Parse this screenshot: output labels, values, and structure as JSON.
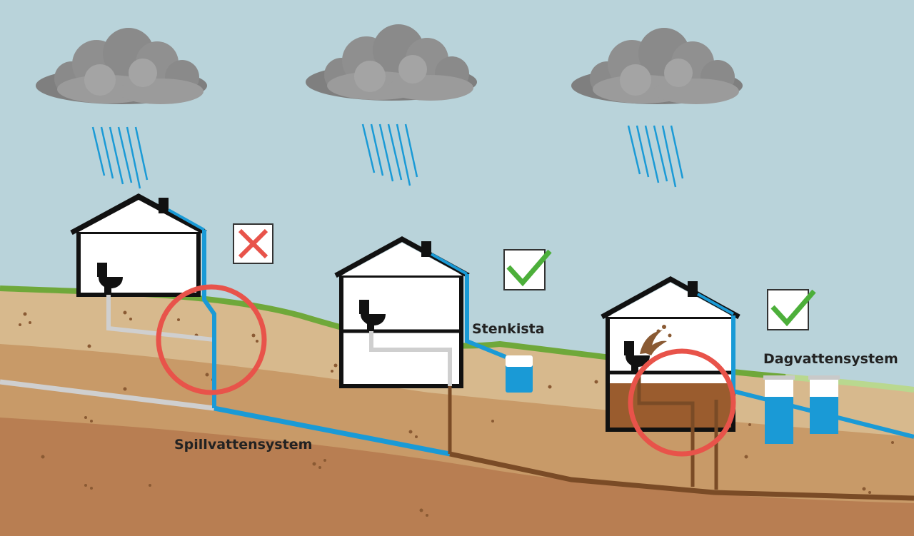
{
  "labels": {
    "stenkista": "Stenkista",
    "dagvattensystem": "Dagvattensystem",
    "spillvattensystem": "Spillvattensystem"
  },
  "scenarios": [
    {
      "id": "house-1",
      "status": "incorrect",
      "mark": "cross"
    },
    {
      "id": "house-2",
      "status": "correct",
      "mark": "check"
    },
    {
      "id": "house-3",
      "status": "correct",
      "mark": "check"
    }
  ],
  "colors": {
    "sky": "#b9d3da",
    "cloud": "#8e8e8e",
    "rain": "#1a9ad6",
    "grass": "#6fa83a",
    "soil_top": "#d7b98d",
    "soil_mid": "#c89a68",
    "soil_deep": "#b87e52",
    "stormwater_pipe": "#1a9ad6",
    "wastewater_pipe": "#7a4b26",
    "house_wastewater_pipe": "#cfcfcf",
    "flood_water": "#9a5c2e",
    "highlight_circle": "#e8534a",
    "check": "#4caf3a",
    "cross": "#e8534a",
    "house_outline": "#111111"
  }
}
